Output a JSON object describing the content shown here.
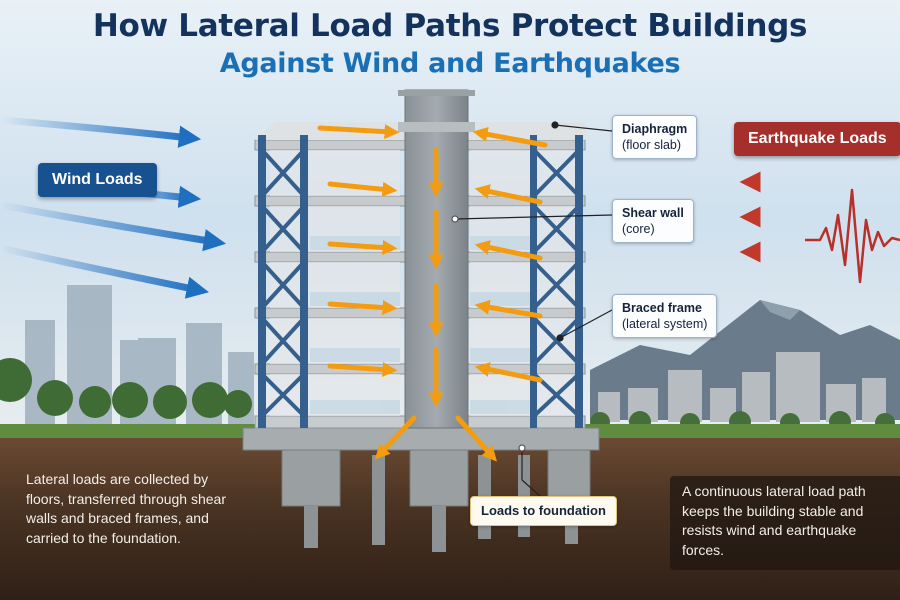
{
  "title": {
    "line1": "How Lateral Load Paths Protect Buildings",
    "line2": "Against Wind and Earthquakes"
  },
  "badges": {
    "wind": "Wind Loads",
    "earthquake": "Earthquake Loads"
  },
  "callouts": {
    "diaphragm": {
      "title": "Diaphragm",
      "subtitle": "(floor slab)"
    },
    "shear_wall": {
      "title": "Shear wall",
      "subtitle": "(core)"
    },
    "braced_frame": {
      "title": "Braced frame",
      "subtitle": "(lateral system)"
    },
    "foundation": {
      "title": "Loads to foundation"
    }
  },
  "notes": {
    "left": "Lateral loads are collected by floors, transferred through shear walls and braced frames, and carried to the foundation.",
    "right": "A continuous lateral load path keeps the building stable and resists wind and earthquake forces."
  },
  "colors": {
    "wind_arrow": "#1f6fc0",
    "earthquake_arrow": "#c0392b",
    "load_arrow": "#f39c12",
    "steel_frame": "#355f8c",
    "concrete": "#8d9499",
    "soil": "#4a3222"
  },
  "icons": {
    "wind": "right-arrow-icon",
    "earthquake": "left-arrow-icon",
    "seismic": "seismograph-wave-icon"
  }
}
